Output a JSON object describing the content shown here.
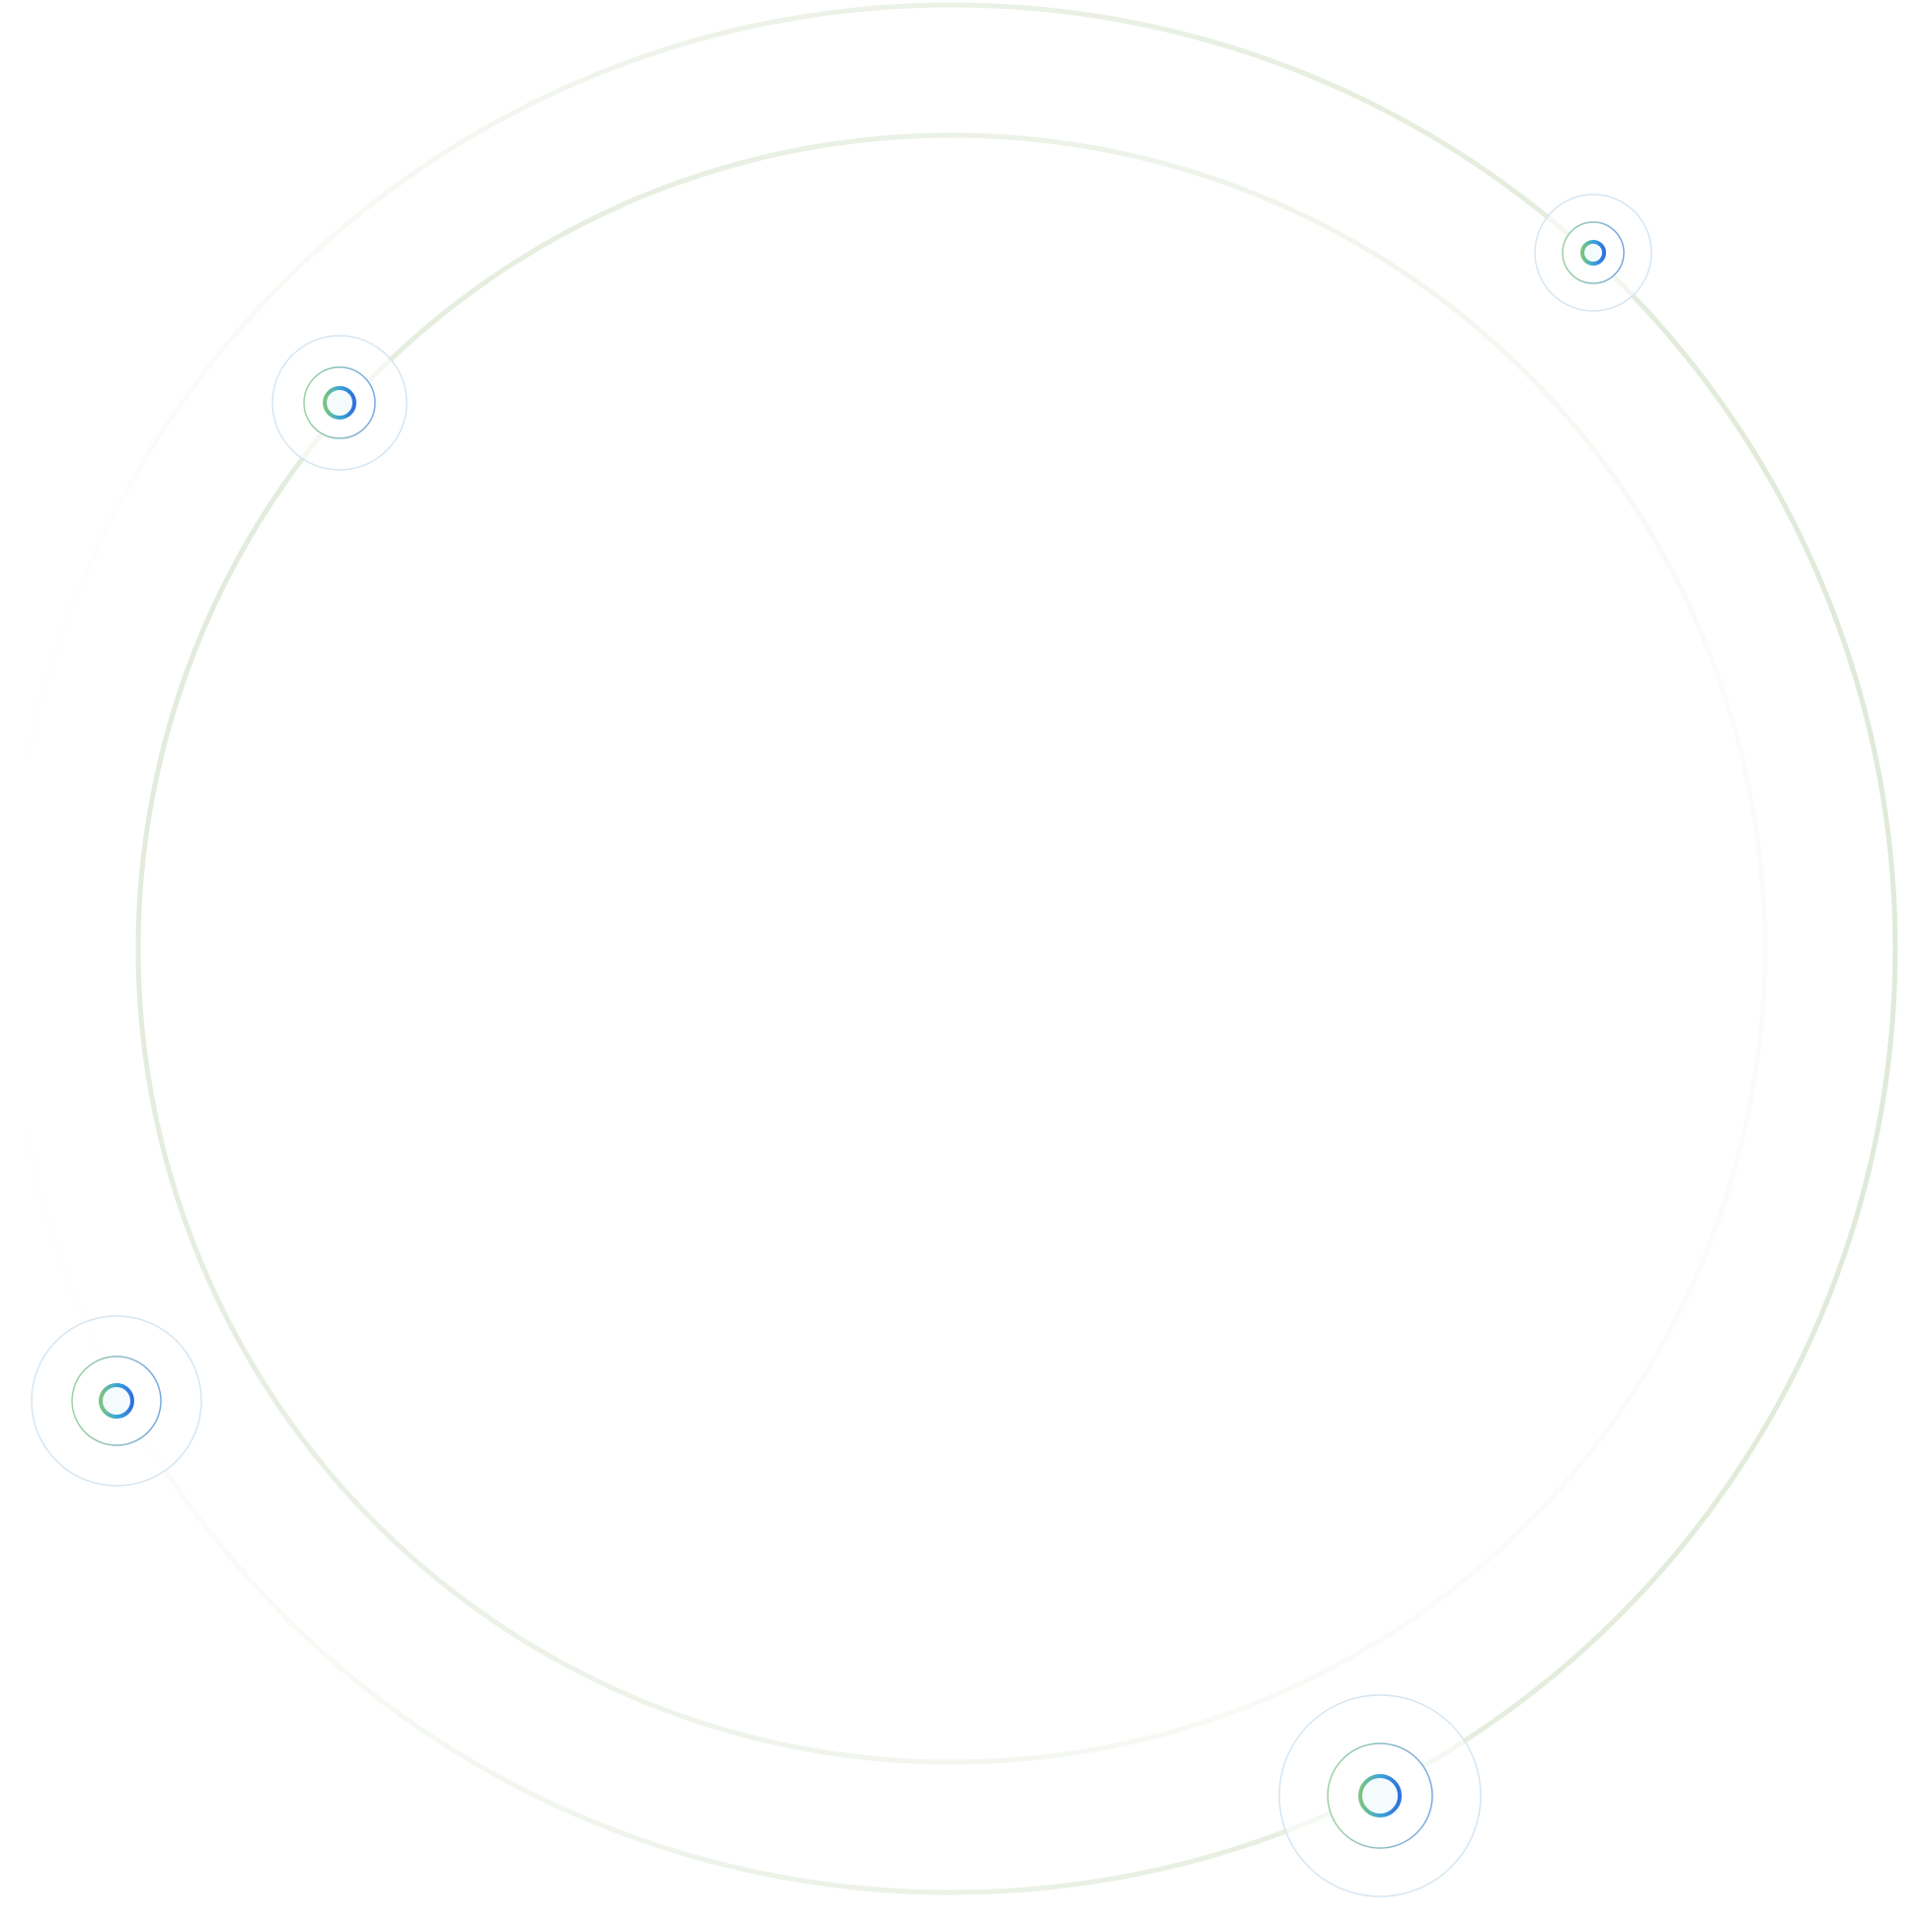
{
  "colors": {
    "orbit": "#e3ecdc",
    "node_green": "#7cc47f",
    "node_blue": "#2f7fe0",
    "halo": "#d6e6f2"
  },
  "nodes": [
    {
      "id": "node-top-right"
    },
    {
      "id": "node-upper-left"
    },
    {
      "id": "node-lower-left"
    },
    {
      "id": "node-bottom-right"
    }
  ]
}
